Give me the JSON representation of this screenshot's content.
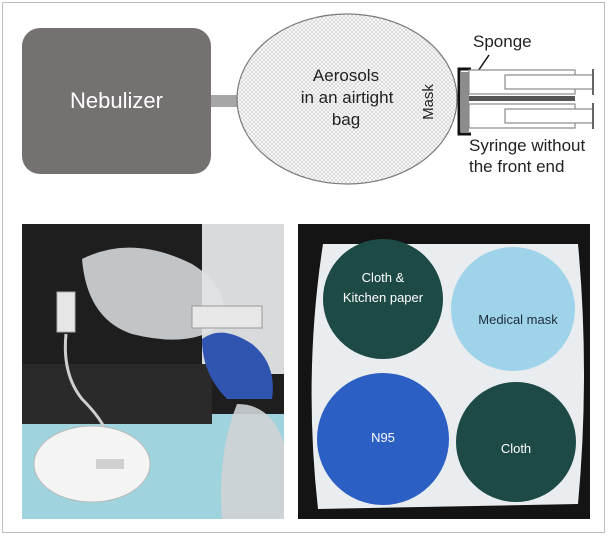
{
  "diagram": {
    "nebulizer_label": "Nebulizer",
    "bag_label_lines": [
      "Aerosols",
      "in an airtight",
      "bag"
    ],
    "mask_label": "Mask",
    "sponge_label": "Sponge",
    "syringe_label_lines": [
      "Syringe without",
      "the front end"
    ]
  },
  "photos": {
    "right_labels": {
      "cloth_kitchen_paper_lines": [
        "Cloth &",
        "Kitchen paper"
      ],
      "medical_mask": "Medical mask",
      "n95": "N95",
      "cloth": "Cloth"
    }
  },
  "colors": {
    "nebulizer_box": "#767171",
    "bag_fill": "#f2f2f2",
    "dark_green_pad": "#1d4a44",
    "light_blue_pad": "#9fd3ea",
    "blue_pad": "#2b5fc4"
  }
}
